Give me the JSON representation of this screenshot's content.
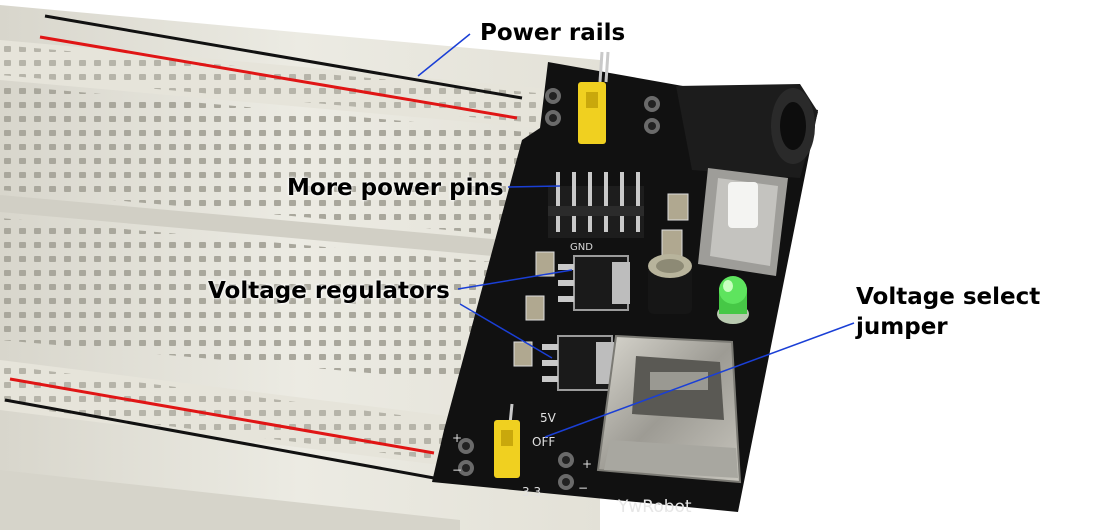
{
  "photo": {
    "board_brand": "YwRobot",
    "pcb_labels": {
      "gnd": "GND",
      "v5": "5V",
      "off": "OFF",
      "v33": "3.3",
      "plus": "+",
      "minus": "−"
    }
  },
  "callouts": {
    "power_rails": "Power rails",
    "more_power_pins": "More power pins",
    "voltage_regulators": "Voltage regulators",
    "voltage_select_line1": "Voltage select",
    "voltage_select_line2": "jumper"
  },
  "colors": {
    "breadboard": "#e9e6dc",
    "pcb": "#111111",
    "rail_red": "#e01515",
    "rail_black": "#111111",
    "callout_line": "#1a3fd6",
    "jumper": "#f0d020",
    "led": "#3fd03f"
  }
}
